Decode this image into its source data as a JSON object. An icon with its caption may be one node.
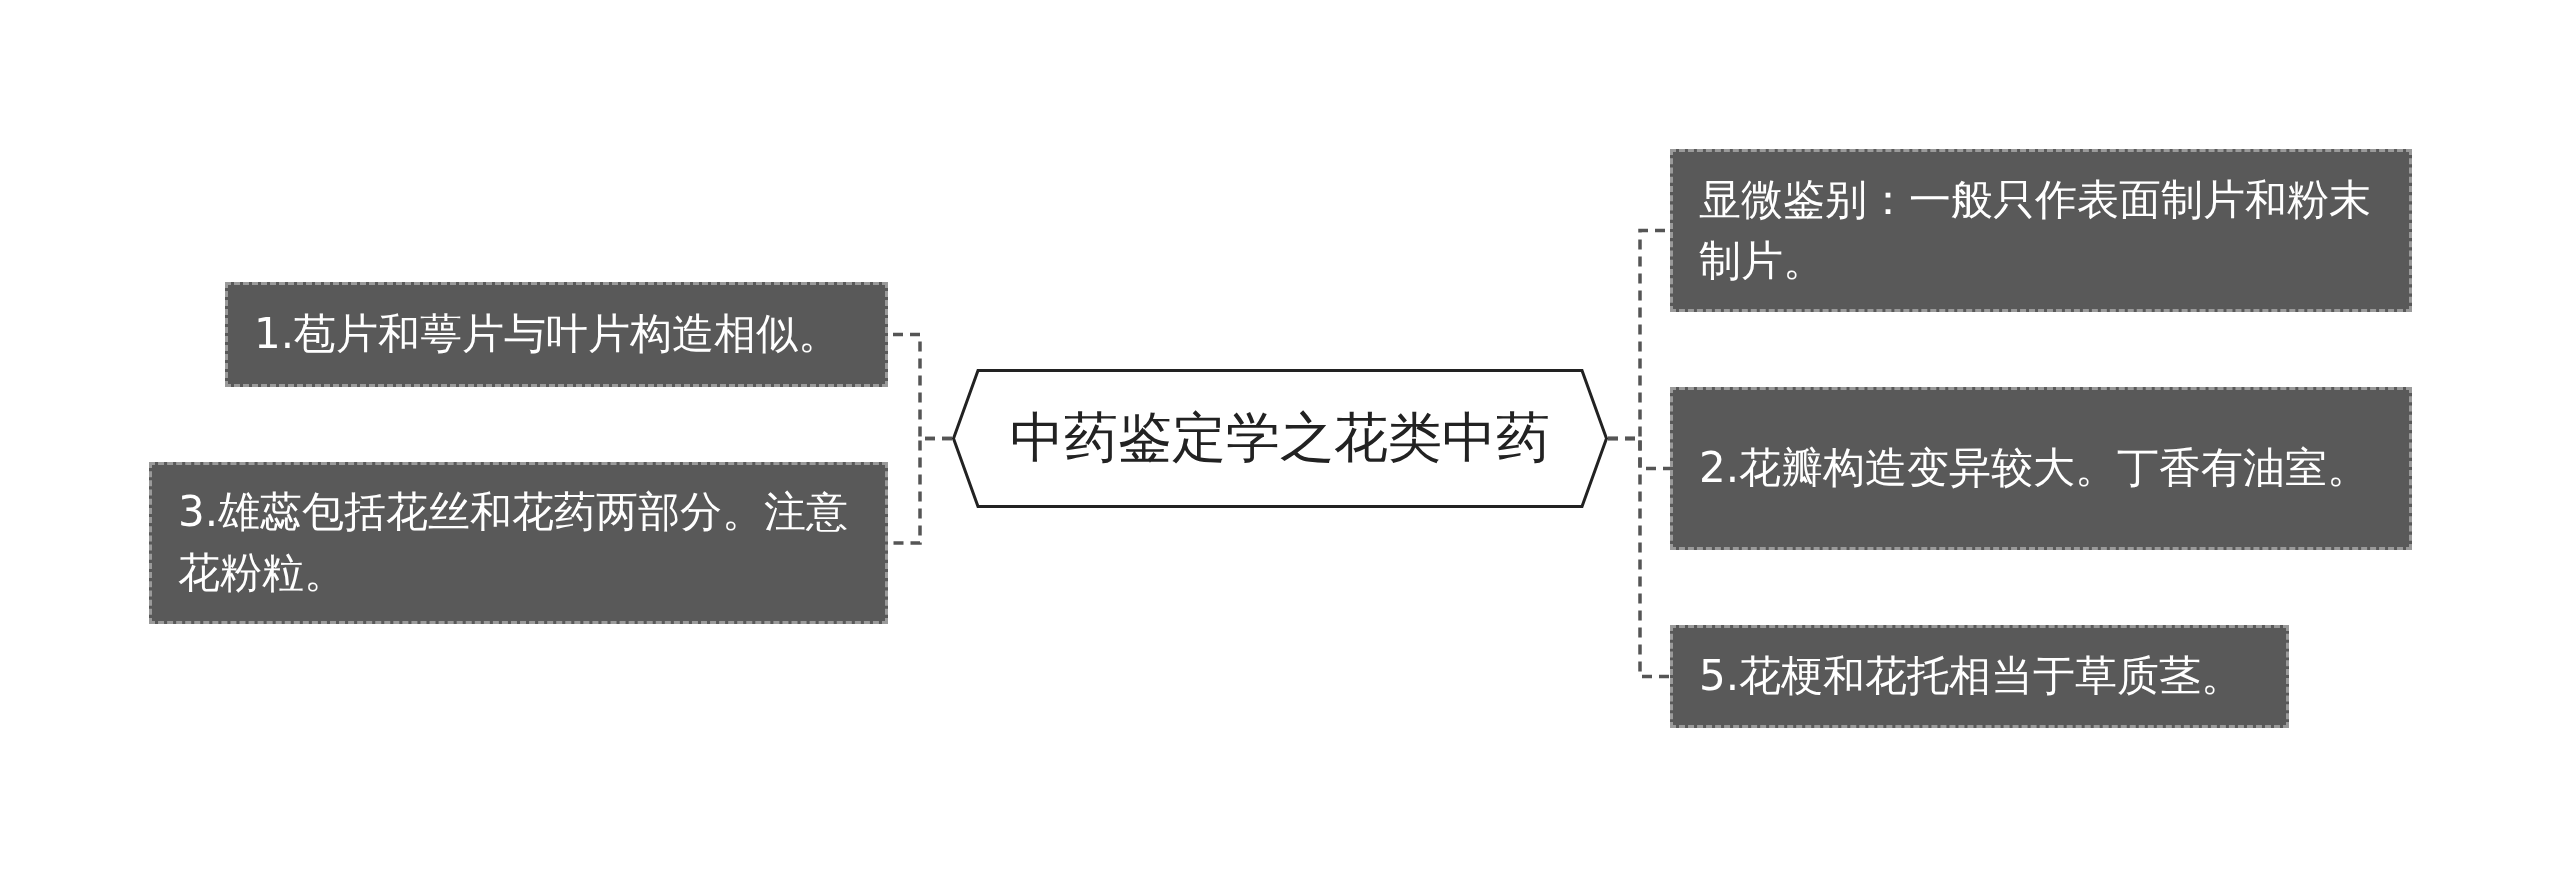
{
  "diagram": {
    "nodes": [
      {
        "text": [
          "中药鉴定学之花类中药"
        ]
      },
      {
        "text": [
          "1.苞片和萼片与叶片构造相似。"
        ]
      },
      {
        "text": [
          "3.雄蕊包括花丝和花药两部分。注意花粉粒。"
        ]
      },
      {
        "text": [
          "显微鉴别：一般只作表面制片和粉末制片。"
        ]
      },
      {
        "text": [
          "2.花瓣构造变异较大。丁香有油室。"
        ]
      },
      {
        "text": [
          "5.花梗和花托相当于草质茎。"
        ]
      }
    ],
    "edges": [
      {
        "from": 0,
        "to": 1,
        "arrow": "none"
      },
      {
        "from": 0,
        "to": 2,
        "arrow": "none"
      },
      {
        "from": 0,
        "to": 3,
        "arrow": "none"
      },
      {
        "from": 0,
        "to": 4,
        "arrow": "none"
      },
      {
        "from": 0,
        "to": 5,
        "arrow": "none"
      }
    ]
  }
}
